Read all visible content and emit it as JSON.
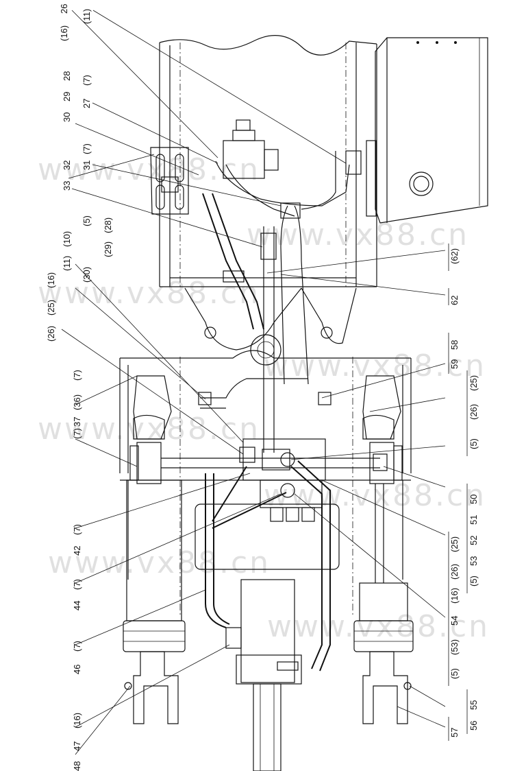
{
  "watermark": "www.vx88.cn",
  "callouts_left": [
    "(16)",
    "26",
    "(11)",
    "28",
    "29",
    "(7)",
    "30",
    "27",
    "32",
    "31",
    "(7)",
    "33",
    "(5)",
    "(10)",
    "(11)",
    "(28)",
    "(29)",
    "(30)",
    "(16)",
    "(25)",
    "(26)",
    "(7)",
    "(36)",
    "(7)",
    "37",
    "(7)",
    "42",
    "(7)",
    "44",
    "(7)",
    "46",
    "(16)",
    "47",
    "48"
  ],
  "callouts_right": [
    "(62)",
    "62",
    "58",
    "59",
    "(25)",
    "(26)",
    "(5)",
    "50",
    "51",
    "52",
    "(25)",
    "(26)",
    "53",
    "(5)",
    "(16)",
    "54",
    "(53)",
    "(5)",
    "55",
    "56",
    "57"
  ]
}
